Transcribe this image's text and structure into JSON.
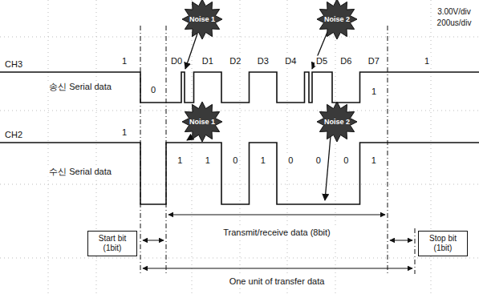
{
  "diagram": {
    "nodes": [
      {
        "text": [
          "Noise 1"
        ]
      },
      {
        "text": [
          "Noise 2"
        ]
      },
      {
        "text": [
          "Noise 1"
        ]
      },
      {
        "text": [
          "Noise 2"
        ]
      },
      {
        "text": [
          "Start bit (1bit)"
        ]
      },
      {
        "text": [
          "Stop bit (1bit)"
        ]
      }
    ],
    "labels": [
      "3.00V/div",
      "200us/div",
      "CH3",
      "송신 Serial data",
      "1",
      "0",
      "D0",
      "D1",
      "D2",
      "D3",
      "D4",
      "D5",
      "D6",
      "D7",
      "1",
      "1",
      "CH2",
      "수신 Serial data",
      "1",
      "1",
      "1",
      "0",
      "1",
      "0",
      "0",
      "0",
      "1",
      "Transmit/receive data (8bit)",
      "One unit of transfer data"
    ]
  }
}
